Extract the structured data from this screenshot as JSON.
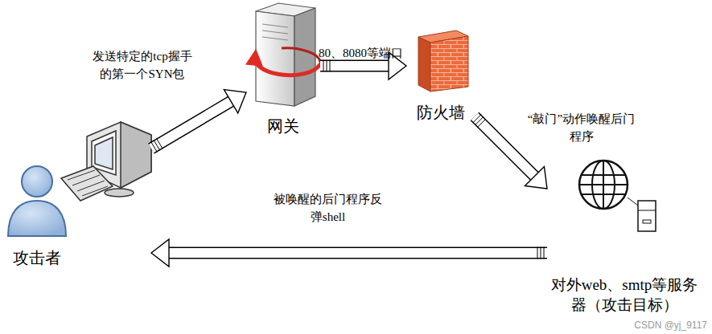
{
  "diagram": {
    "nodes": [
      {
        "text": [
          "攻击者"
        ]
      },
      {
        "text": [
          "网关"
        ]
      },
      {
        "text": [
          "防火墙"
        ]
      },
      {
        "text": [
          "对外web、smtp等服务器（攻击目标）"
        ]
      }
    ],
    "edges": [
      {
        "from": 0,
        "to": 1,
        "arrow": "to",
        "label": "发送特定的tcp握手的第一个SYN包"
      },
      {
        "from": 1,
        "to": 2,
        "arrow": "to",
        "label": "80、8080等端口"
      },
      {
        "from": 2,
        "to": 3,
        "arrow": "to",
        "label": "“敲门”动作唤醒后门程序"
      },
      {
        "from": 3,
        "to": 0,
        "arrow": "to",
        "label": "被唤醒的后门程序反弹shell"
      }
    ],
    "labels": [
      "CSDN @yj_9117"
    ]
  }
}
